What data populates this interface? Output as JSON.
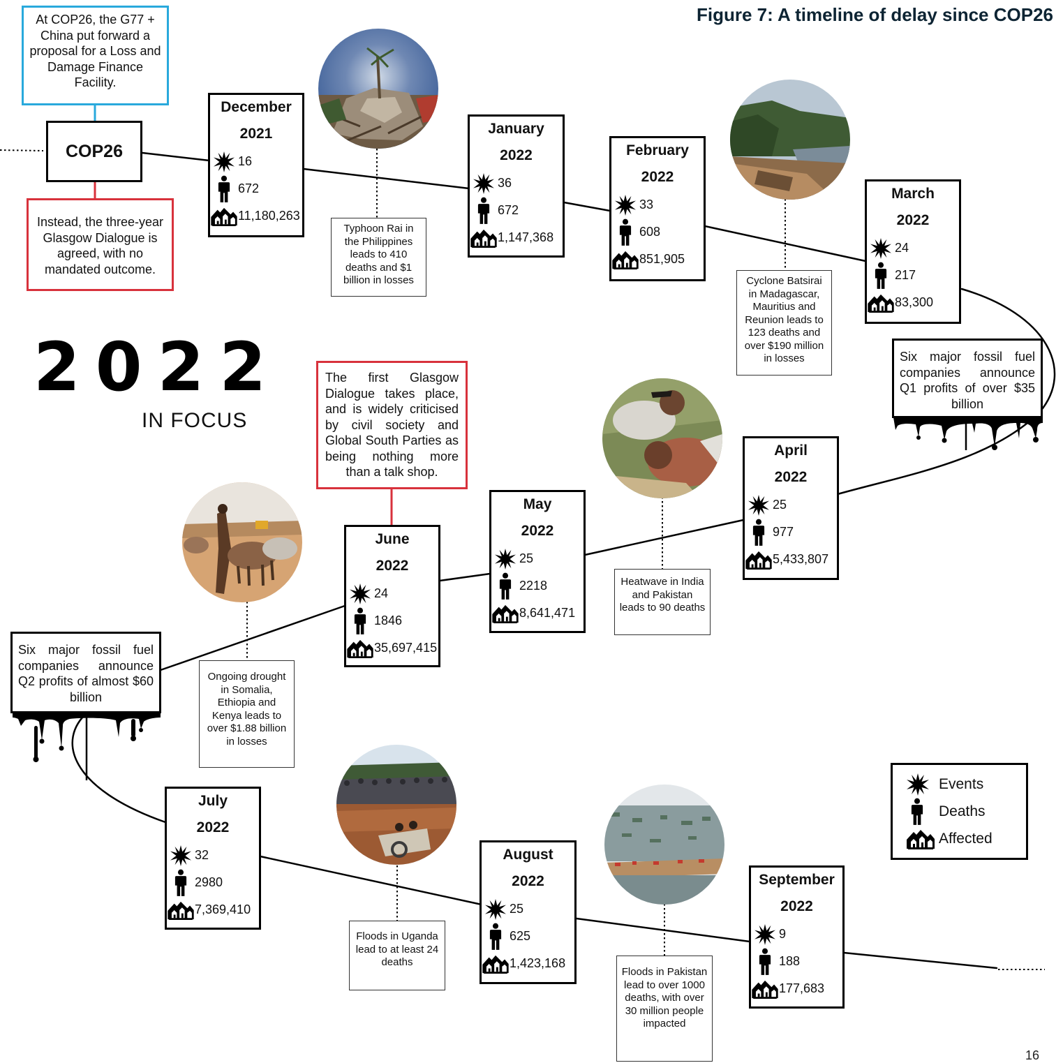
{
  "title": "Figure 7: A timeline of delay since COP26",
  "focus": {
    "year": "2022",
    "subtitle": "IN FOCUS"
  },
  "page_number": "16",
  "cop26": {
    "label": "COP26",
    "proposal": "At COP26, the G77 + China put forward a proposal for a Loss and Damage Finance Facility.",
    "outcome": "Instead, the three-year Glasgow Dialogue is agreed, with no mandated outcome."
  },
  "months": [
    {
      "month": "December",
      "year": "2021",
      "events": "16",
      "deaths": "672",
      "affected": "11,180,263"
    },
    {
      "month": "January",
      "year": "2022",
      "events": "36",
      "deaths": "672",
      "affected": "1,147,368"
    },
    {
      "month": "February",
      "year": "2022",
      "events": "33",
      "deaths": "608",
      "affected": "851,905"
    },
    {
      "month": "March",
      "year": "2022",
      "events": "24",
      "deaths": "217",
      "affected": "83,300"
    },
    {
      "month": "April",
      "year": "2022",
      "events": "25",
      "deaths": "977",
      "affected": "5,433,807"
    },
    {
      "month": "May",
      "year": "2022",
      "events": "25",
      "deaths": "2218",
      "affected": "8,641,471"
    },
    {
      "month": "June",
      "year": "2022",
      "events": "24",
      "deaths": "1846",
      "affected": "35,697,415"
    },
    {
      "month": "July",
      "year": "2022",
      "events": "32",
      "deaths": "2980",
      "affected": "7,369,410"
    },
    {
      "month": "August",
      "year": "2022",
      "events": "25",
      "deaths": "625",
      "affected": "1,423,168"
    },
    {
      "month": "September",
      "year": "2022",
      "events": "9",
      "deaths": "188",
      "affected": "177,683"
    }
  ],
  "captions": {
    "typhoon": "Typhoon Rai in the Philippines leads to 410 deaths and $1 billion in losses",
    "cyclone": "Cyclone Batsirai in Madagascar, Mauritius and Reunion leads to 123 deaths and over $190 million in losses",
    "heatwave": "Heatwave in India and Pakistan leads to 90 deaths",
    "drought": "Ongoing drought in Somalia, Ethiopia and Kenya leads to over $1.88 billion in losses",
    "uganda": "Floods in Uganda lead to at least 24 deaths",
    "pakistan": "Floods in Pakistan lead to over 1000 deaths, with over 30 million people impacted"
  },
  "notes": {
    "q1_profits": "Six major fossil fuel companies announce Q1 profits of over $35 billion",
    "q2_profits": "Six major fossil fuel companies announce Q2 profits of almost $60 billion",
    "glasgow_dialogue": "The first Glasgow Dialogue takes place, and is widely criticised by civil society and Global South Parties as being nothing more than a talk shop."
  },
  "legend": {
    "events": "Events",
    "deaths": "Deaths",
    "affected": "Affected"
  },
  "icons": {
    "events": "starburst-icon",
    "deaths": "person-icon",
    "affected": "houses-icon"
  },
  "colors": {
    "blue_note": "#29a9dc",
    "red_note": "#d8323c",
    "title": "#0d2433"
  }
}
